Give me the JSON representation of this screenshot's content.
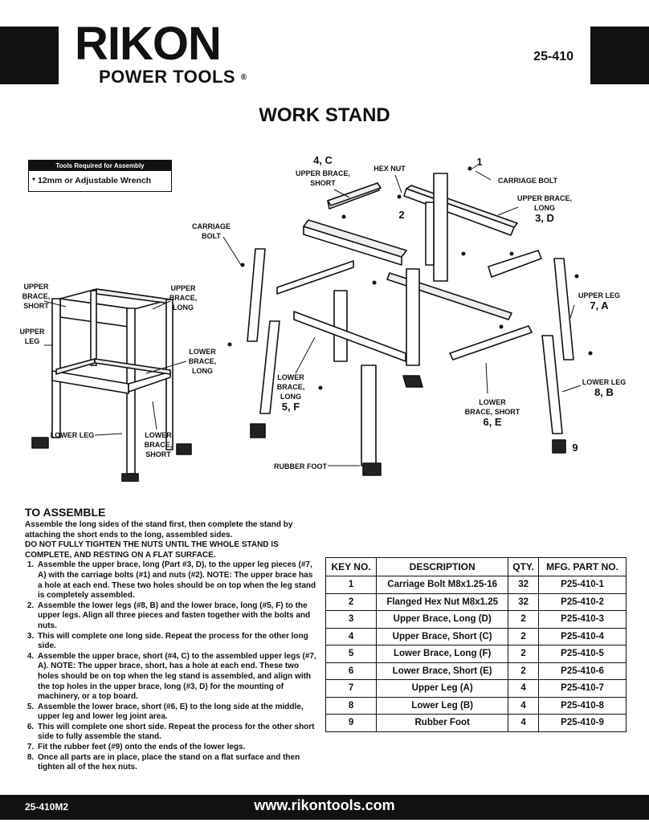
{
  "header": {
    "brand": "RIKON",
    "brand_sub": "POWER TOOLS",
    "registered": "®",
    "model": "25-410",
    "title": "WORK STAND"
  },
  "tools_box": {
    "heading": "Tools Required for Assembly",
    "item": "* 12mm or Adjustable Wrench"
  },
  "diagram_labels": {
    "upper_brace_short_top": [
      "4, C",
      "UPPER BRACE,",
      "SHORT"
    ],
    "hex_nut": [
      "HEX NUT",
      "2"
    ],
    "carriage_bolt_right": [
      "1",
      "CARRIAGE BOLT"
    ],
    "upper_brace_long_right": [
      "UPPER BRACE,",
      "LONG",
      "3, D"
    ],
    "carriage_bolt_left": [
      "CARRIAGE",
      "BOLT"
    ],
    "assembled_upper_brace_short": [
      "UPPER",
      "BRACE,",
      "SHORT"
    ],
    "assembled_upper_brace_long": [
      "UPPER",
      "BRACE,",
      "LONG"
    ],
    "assembled_upper_leg": [
      "UPPER",
      "LEG"
    ],
    "assembled_lower_brace_long": [
      "LOWER",
      "BRACE,",
      "LONG"
    ],
    "assembled_lower_leg": "LOWER LEG",
    "assembled_lower_brace_short": [
      "LOWER",
      "BRACE,",
      "SHORT"
    ],
    "lower_brace_long_mid": [
      "LOWER",
      "BRACE,",
      "LONG",
      "5, F"
    ],
    "lower_brace_short_mid": [
      "LOWER",
      "BRACE, SHORT",
      "6, E"
    ],
    "upper_leg_right": [
      "UPPER LEG",
      "7, A"
    ],
    "lower_leg_right": [
      "LOWER LEG",
      "8, B"
    ],
    "rubber_foot_num": "9",
    "rubber_foot": "RUBBER FOOT"
  },
  "assembly": {
    "heading": "TO ASSEMBLE",
    "intro": "Assemble the long sides of the stand first, then complete the stand by attaching the short ends to the long, assembled sides.",
    "warning": "DO NOT FULLY TIGHTEN THE NUTS UNTIL THE WHOLE STAND IS COMPLETE, AND RESTING ON A FLAT SURFACE.",
    "steps": [
      "Assemble the upper brace, long (Part #3, D), to the upper leg pieces (#7, A) with the carriage bolts (#1) and nuts (#2). NOTE: The upper brace has a hole at each end. These two holes should be on top when the leg stand is completely assembled.",
      "Assemble the lower legs (#8, B) and the lower brace, long (#5, F) to the upper legs. Align all three pieces and fasten together with the bolts and nuts.",
      "This will complete one long side. Repeat the process for the other long side.",
      "Assemble the upper brace, short (#4, C) to the assembled upper legs (#7, A). NOTE: The upper brace, short, has a hole at each end. These two holes should be on top when the leg stand is assembled, and align with the top holes in the upper brace, long (#3, D) for the mounting of machinery, or a top board.",
      "Assemble the lower brace, short (#6, E) to the long side at the middle, upper leg and lower leg joint area.",
      "This will complete one short side. Repeat the process for the other short side to fully assemble the stand.",
      "Fit the rubber feet (#9) onto the ends of the lower legs.",
      "Once all parts are in place, place the stand on a flat surface and then tighten all of the hex nuts."
    ]
  },
  "parts_table": {
    "headers": [
      "KEY NO.",
      "DESCRIPTION",
      "QTY.",
      "MFG. PART NO."
    ],
    "rows": [
      [
        "1",
        "Carriage Bolt M8x1.25-16",
        "32",
        "P25-410-1"
      ],
      [
        "2",
        "Flanged Hex Nut M8x1.25",
        "32",
        "P25-410-2"
      ],
      [
        "3",
        "Upper Brace, Long (D)",
        "2",
        "P25-410-3"
      ],
      [
        "4",
        "Upper Brace, Short (C)",
        "2",
        "P25-410-4"
      ],
      [
        "5",
        "Lower Brace, Long (F)",
        "2",
        "P25-410-5"
      ],
      [
        "6",
        "Lower Brace, Short (E)",
        "2",
        "P25-410-6"
      ],
      [
        "7",
        "Upper Leg (A)",
        "4",
        "P25-410-7"
      ],
      [
        "8",
        "Lower Leg (B)",
        "4",
        "P25-410-8"
      ],
      [
        "9",
        "Rubber Foot",
        "4",
        "P25-410-9"
      ]
    ]
  },
  "footer": {
    "doc_code": "25-410M2",
    "website": "www.rikontools.com"
  }
}
